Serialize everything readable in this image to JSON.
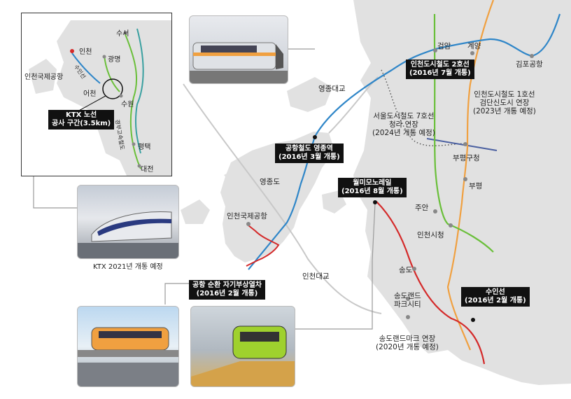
{
  "inset": {
    "labels": {
      "suseo": "수서",
      "incheon": "인천",
      "gwangmyeong": "광명",
      "incheon_airport": "인천국제공항",
      "suinseon": "수인선",
      "eocheon": "어천",
      "suwon": "수원",
      "pyeongtaek": "평택",
      "daejeon": "대전",
      "gyeongbu": "경부고속철도"
    },
    "ktx_box": [
      "KTX 노선",
      "공사 구간(3.5km)"
    ]
  },
  "ktx_caption": "KTX 2021년 개통 예정",
  "map": {
    "labels": {
      "geomam": "검암",
      "gyeyang": "계양",
      "gimpo": "김포공항",
      "yeongjong_bridge": "영종대교",
      "seoul7": [
        "서울도시철도 7호선",
        "청라 연장",
        "(2024년 개통 예정)"
      ],
      "incheon1": [
        "인천도시철도 1호선",
        "검단신도시 연장",
        "(2023년 개통 예정)"
      ],
      "bupyeonggu": "부평구청",
      "bupyeong": "부평",
      "yeongjongdo": "영종도",
      "incheon_airport": "인천국제공항",
      "juan": "주안",
      "incheon_cityhall": "인천시청",
      "incheon_bridge": "인천대교",
      "songdo": "송도",
      "songdo_land": [
        "송도랜드",
        "파크시티"
      ],
      "songdo_landmark": [
        "송도랜드마크 연장",
        "(2020년 개통 예정)"
      ]
    },
    "boxes": {
      "line2": [
        "인천도시철도 2호선",
        "(2016년 7월 개통)"
      ],
      "yeongjong_station": [
        "공항철도 영종역",
        "(2016년 3월 개통)"
      ],
      "wolmi": [
        "월미모노레일",
        "(2016년 8월 개통)"
      ],
      "maglev": [
        "공항 순환 자기부상열차",
        "(2016년 2월 개통)"
      ],
      "suin": [
        "수인선",
        "(2016년 2월 개통)"
      ]
    }
  },
  "colors": {
    "blue_line": "#2f86c8",
    "green_line": "#6abf3a",
    "orange_line": "#f0a040",
    "red_line": "#d42a2a",
    "sea": "#ffffff",
    "land": "#e1e1e1"
  }
}
